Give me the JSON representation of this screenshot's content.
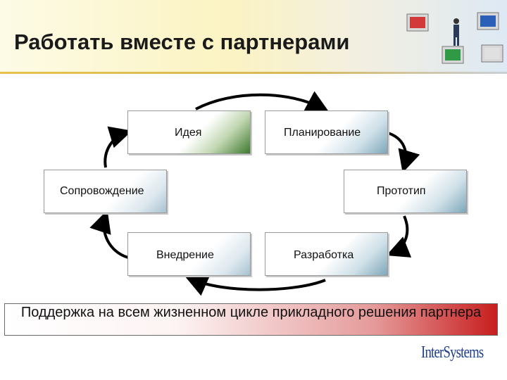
{
  "slide": {
    "title": "Работать вместе с партнерами"
  },
  "diagram": {
    "stages": [
      {
        "id": "idea",
        "label": "Идея"
      },
      {
        "id": "planning",
        "label": "Планирование"
      },
      {
        "id": "prototype",
        "label": "Прототип"
      },
      {
        "id": "development",
        "label": "Разработка"
      },
      {
        "id": "deployment",
        "label": "Внедрение"
      },
      {
        "id": "maintenance",
        "label": "Сопровождение"
      }
    ],
    "flow": [
      "idea",
      "planning",
      "prototype",
      "development",
      "deployment",
      "maintenance",
      "idea"
    ]
  },
  "caption": {
    "text": "Поддержка на всем жизненном цикле прикладного решения партнера"
  },
  "branding": {
    "logo_text": "InterSystems",
    "logo_color": "#1d3f8c"
  },
  "colors": {
    "title_rule": "#e8c04a",
    "idea_gradient": "#5a8a3c",
    "stage_gradient": "#7fa6b8",
    "caption_red": "#c81e1e"
  },
  "icons": [
    "monitor-icon",
    "person-figure-icon"
  ]
}
